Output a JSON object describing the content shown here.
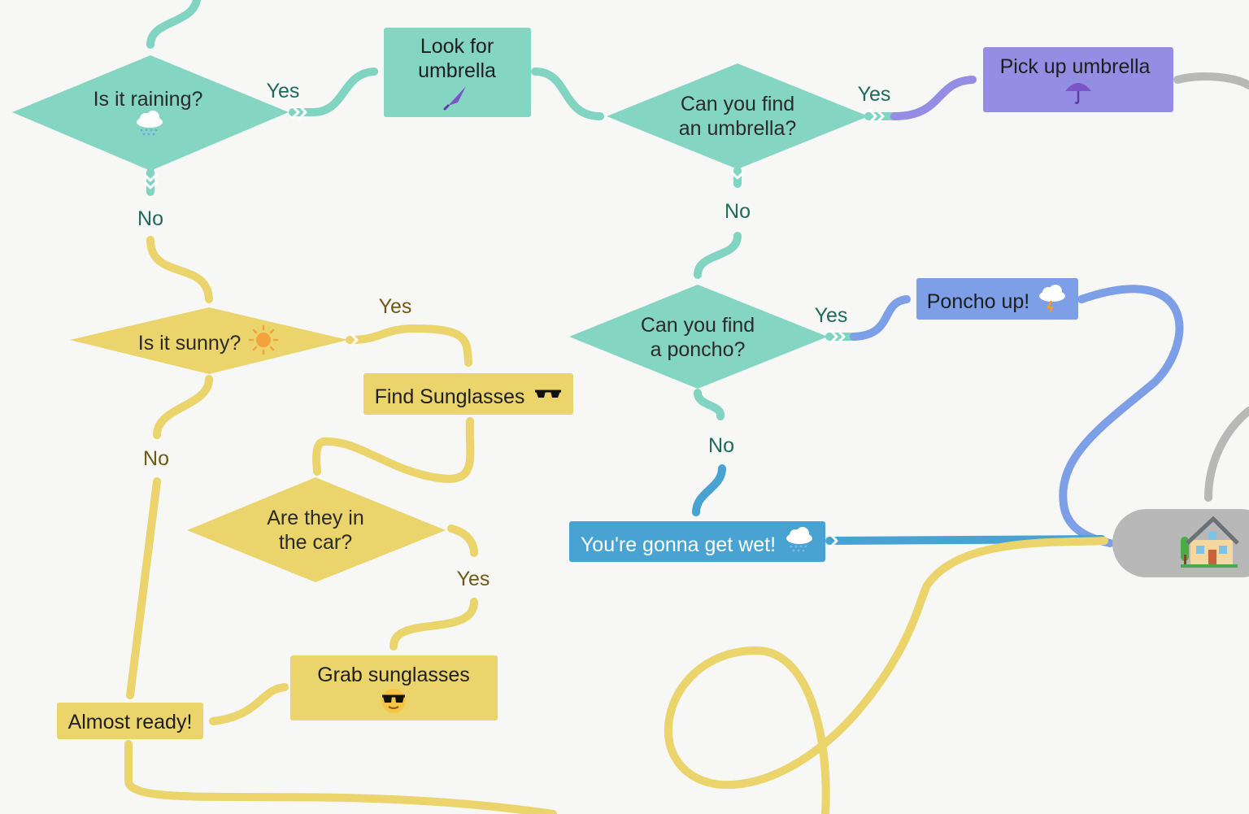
{
  "colors": {
    "teal": "#85d5c3",
    "teal_arrow": "#80d4c1",
    "yellow": "#ead46b",
    "purple": "#958de4",
    "blue": "#7c9fe7",
    "wet_blue": "#48a3d3",
    "gray": "#b8b8b8",
    "label_green": "#1f6b5a",
    "label_yellow": "#6e5a10"
  },
  "nodes": {
    "is_raining": {
      "text": "Is it raining?",
      "icon": "rain-cloud-icon"
    },
    "look_for_umbrella": {
      "line1": "Look for",
      "line2": "umbrella",
      "icon": "closed-umbrella-icon"
    },
    "find_umbrella": {
      "line1": "Can you find",
      "line2": "an umbrella?"
    },
    "pick_up_umbrella": {
      "text": "Pick up umbrella",
      "icon": "umbrella-rain-icon"
    },
    "is_sunny": {
      "text": "Is it sunny?",
      "icon": "sun-icon"
    },
    "find_sunglasses": {
      "text": "Find Sunglasses",
      "icon": "sunglasses-icon"
    },
    "find_poncho": {
      "line1": "Can you find",
      "line2": "a poncho?"
    },
    "poncho_up": {
      "text": "Poncho up!",
      "icon": "storm-cloud-icon"
    },
    "in_car": {
      "line1": "Are they in",
      "line2": "the car?"
    },
    "gonna_get_wet": {
      "text": "You're gonna get wet!",
      "icon": "rain-cloud-icon"
    },
    "grab_sunglasses": {
      "text": "Grab sunglasses",
      "icon": "cool-face-icon"
    },
    "almost_ready": {
      "text": "Almost ready!"
    },
    "home": {
      "icon": "house-icon"
    }
  },
  "edge_labels": {
    "raining_yes": "Yes",
    "raining_no": "No",
    "umbrella_yes": "Yes",
    "umbrella_no": "No",
    "sunny_yes": "Yes",
    "sunny_no": "No",
    "poncho_yes": "Yes",
    "poncho_no": "No",
    "car_yes": "Yes"
  }
}
